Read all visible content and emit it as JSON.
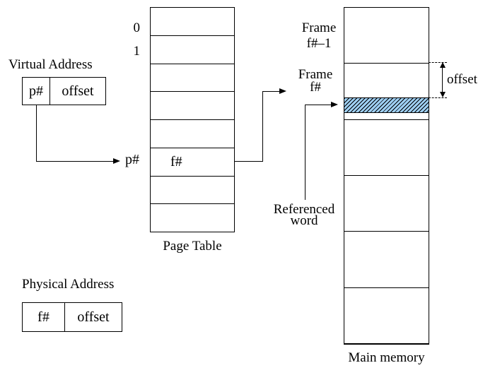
{
  "figure": {
    "background": "#ffffff",
    "line_color": "#000000",
    "virtual_address": {
      "title": "Virtual Address",
      "page_number": "p#",
      "offset": "offset"
    },
    "physical_address": {
      "title": "Physical Address",
      "frame_number": "f#",
      "offset": "offset"
    },
    "page_table": {
      "caption": "Page Table",
      "rows": 8,
      "index_labels": [
        "0",
        "1"
      ],
      "lookup_label": "p#",
      "entry_row_index": 5,
      "entry_value": "f#"
    },
    "main_memory": {
      "caption": "Main memory",
      "rows": 6,
      "frame_minus_one_label": {
        "line1": "Frame",
        "line2": "f#–1"
      },
      "frame_label": {
        "line1": "Frame",
        "line2": "f#"
      },
      "offset_label": "offset",
      "referenced_word_label": {
        "line1": "Referenced",
        "line2": "word"
      },
      "highlight": {
        "pattern": "diagonal-hatch",
        "fill": "#9fd0f6",
        "stripe": "#000000"
      }
    }
  }
}
